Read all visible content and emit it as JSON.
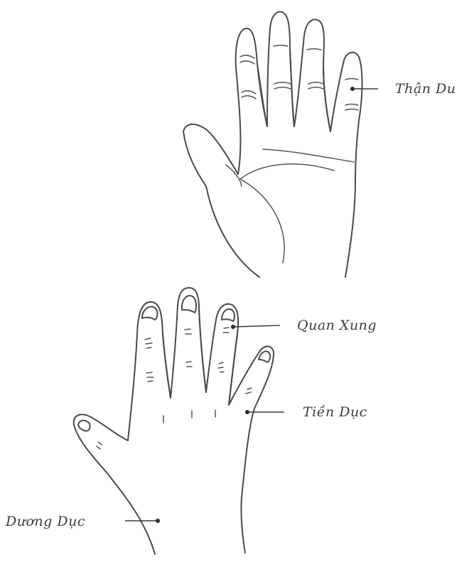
{
  "labels": {
    "than_du": "Thận Du",
    "quan_xung": "Quan Xung",
    "tien_duc": "Tiền Dục",
    "duong_duc": "Dương Dục"
  },
  "colors": {
    "ink": "#4a4a4a",
    "text": "#3c3c3c",
    "background": "#ffffff"
  }
}
